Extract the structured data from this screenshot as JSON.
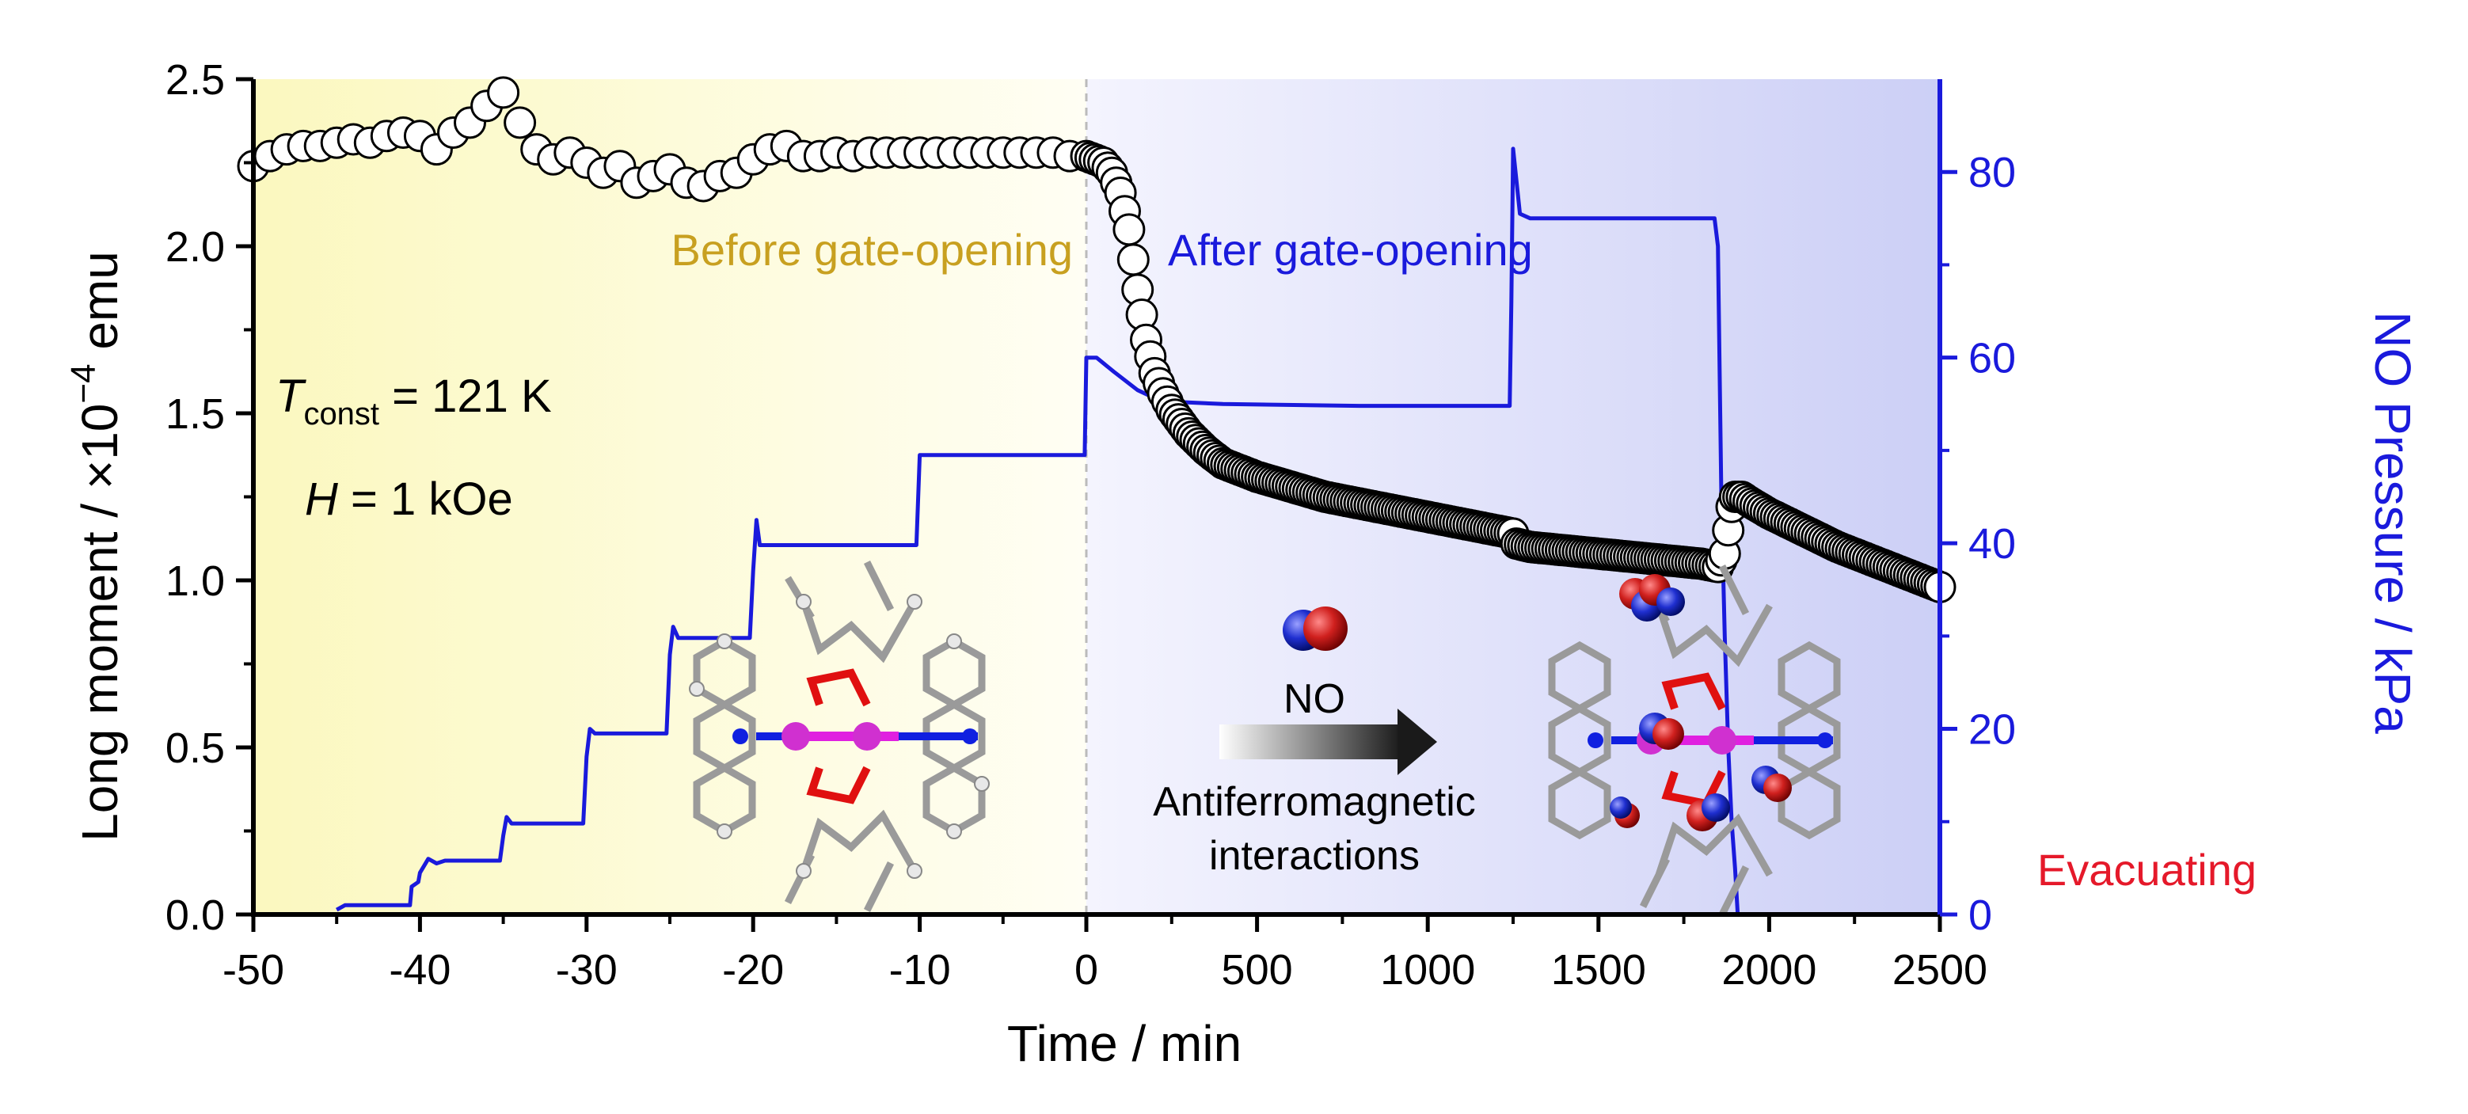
{
  "chart_data": {
    "type": "scatter",
    "xlabel": "Time / min",
    "ylabel_left": "Long moment / ×10⁻⁴ emu",
    "ylabel_left_parts": [
      "Long moment / ×10",
      "−4",
      " emu"
    ],
    "ylabel_right": "NO Pressure / kPa",
    "x_tick_labels": [
      "-50",
      "-40",
      "-30",
      "-20",
      "-10",
      "0",
      "500",
      "1000",
      "1500",
      "2000",
      "2500"
    ],
    "x_axis_note": "broken scale: -50 to 0 min (10 min steps) then 0 to 2500 min (500 min steps)",
    "yleft": {
      "ylim": [
        0,
        2.5
      ],
      "ticks": [
        "0.0",
        "0.5",
        "1.0",
        "1.5",
        "2.0",
        "2.5"
      ]
    },
    "yright": {
      "ylim": [
        0,
        90
      ],
      "ticks": [
        "0",
        "20",
        "40",
        "60",
        "80"
      ]
    },
    "colors": {
      "moment_marker_fill": "#ffffff",
      "moment_marker_stroke": "#000000",
      "pressure_line": "#1a1adc",
      "before_region_start": "#fbf8bf",
      "before_region_end": "#fffef4",
      "after_region_start": "#f4f4fe",
      "after_region_end": "#cccff6",
      "before_label": "#c8a020",
      "after_label": "#1a1adc",
      "evac_label": "#e5192a"
    },
    "series": [
      {
        "name": "Long moment",
        "axis": "left",
        "style": "open-circle",
        "points": [
          [
            -50,
            2.24
          ],
          [
            -49,
            2.27
          ],
          [
            -48,
            2.29
          ],
          [
            -47,
            2.3
          ],
          [
            -46,
            2.3
          ],
          [
            -45,
            2.31
          ],
          [
            -44,
            2.32
          ],
          [
            -43,
            2.31
          ],
          [
            -42,
            2.33
          ],
          [
            -41,
            2.34
          ],
          [
            -40,
            2.33
          ],
          [
            -39,
            2.29
          ],
          [
            -38,
            2.34
          ],
          [
            -37,
            2.37
          ],
          [
            -36,
            2.42
          ],
          [
            -35,
            2.46
          ],
          [
            -34,
            2.37
          ],
          [
            -33,
            2.29
          ],
          [
            -32,
            2.26
          ],
          [
            -31,
            2.28
          ],
          [
            -30,
            2.25
          ],
          [
            -29,
            2.22
          ],
          [
            -28,
            2.24
          ],
          [
            -27,
            2.19
          ],
          [
            -26,
            2.21
          ],
          [
            -25,
            2.23
          ],
          [
            -24,
            2.19
          ],
          [
            -23,
            2.18
          ],
          [
            -22,
            2.21
          ],
          [
            -21,
            2.22
          ],
          [
            -20,
            2.26
          ],
          [
            -19,
            2.29
          ],
          [
            -18,
            2.3
          ],
          [
            -17,
            2.27
          ],
          [
            -16,
            2.27
          ],
          [
            -15,
            2.28
          ],
          [
            -14,
            2.27
          ],
          [
            -13,
            2.28
          ],
          [
            -12,
            2.28
          ],
          [
            -11,
            2.28
          ],
          [
            -10,
            2.28
          ],
          [
            -9,
            2.28
          ],
          [
            -8,
            2.28
          ],
          [
            -7,
            2.28
          ],
          [
            -6,
            2.28
          ],
          [
            -5,
            2.28
          ],
          [
            -4,
            2.28
          ],
          [
            -3,
            2.28
          ],
          [
            -2,
            2.28
          ],
          [
            -1,
            2.27
          ],
          [
            0,
            2.27
          ],
          [
            25,
            2.26
          ],
          [
            50,
            2.25
          ],
          [
            75,
            2.22
          ],
          [
            100,
            2.16
          ],
          [
            125,
            2.05
          ],
          [
            150,
            1.87
          ],
          [
            175,
            1.72
          ],
          [
            200,
            1.62
          ],
          [
            225,
            1.56
          ],
          [
            250,
            1.51
          ],
          [
            300,
            1.44
          ],
          [
            350,
            1.39
          ],
          [
            400,
            1.35
          ],
          [
            500,
            1.31
          ],
          [
            600,
            1.28
          ],
          [
            700,
            1.25
          ],
          [
            800,
            1.23
          ],
          [
            900,
            1.21
          ],
          [
            1000,
            1.19
          ],
          [
            1100,
            1.17
          ],
          [
            1200,
            1.15
          ],
          [
            1250,
            1.14
          ],
          [
            1260,
            1.11
          ],
          [
            1300,
            1.1
          ],
          [
            1400,
            1.09
          ],
          [
            1500,
            1.08
          ],
          [
            1600,
            1.07
          ],
          [
            1700,
            1.06
          ],
          [
            1800,
            1.05
          ],
          [
            1850,
            1.04
          ],
          [
            1870,
            1.08
          ],
          [
            1880,
            1.15
          ],
          [
            1890,
            1.22
          ],
          [
            1900,
            1.25
          ],
          [
            1920,
            1.25
          ],
          [
            1950,
            1.23
          ],
          [
            2000,
            1.2
          ],
          [
            2100,
            1.15
          ],
          [
            2200,
            1.1
          ],
          [
            2300,
            1.06
          ],
          [
            2400,
            1.02
          ],
          [
            2500,
            0.98
          ]
        ]
      },
      {
        "name": "NO Pressure",
        "axis": "right",
        "style": "line",
        "points": [
          [
            -45.0,
            0.5
          ],
          [
            -44.5,
            1.0
          ],
          [
            -40.6,
            1.0
          ],
          [
            -40.5,
            3.0
          ],
          [
            -40.1,
            3.5
          ],
          [
            -40.0,
            4.5
          ],
          [
            -39.5,
            6.0
          ],
          [
            -39.0,
            5.5
          ],
          [
            -38.5,
            5.8
          ],
          [
            -35.2,
            5.8
          ],
          [
            -35.0,
            8.5
          ],
          [
            -34.8,
            10.5
          ],
          [
            -34.5,
            9.8
          ],
          [
            -30.2,
            9.8
          ],
          [
            -30.0,
            17.0
          ],
          [
            -29.8,
            20.0
          ],
          [
            -29.5,
            19.5
          ],
          [
            -25.2,
            19.5
          ],
          [
            -25.0,
            28.0
          ],
          [
            -24.8,
            31.0
          ],
          [
            -24.5,
            29.8
          ],
          [
            -20.2,
            29.8
          ],
          [
            -20.0,
            37.0
          ],
          [
            -19.8,
            42.5
          ],
          [
            -19.6,
            39.8
          ],
          [
            -10.2,
            39.8
          ],
          [
            -10.0,
            49.5
          ],
          [
            -9.8,
            49.5
          ],
          [
            -0.1,
            49.5
          ],
          [
            0,
            60.0
          ],
          [
            30,
            60.0
          ],
          [
            80,
            58.5
          ],
          [
            150,
            56.5
          ],
          [
            220,
            55.3
          ],
          [
            400,
            55.0
          ],
          [
            800,
            54.8
          ],
          [
            1240,
            54.8
          ],
          [
            1245,
            66.0
          ],
          [
            1250,
            82.5
          ],
          [
            1260,
            79.0
          ],
          [
            1270,
            75.5
          ],
          [
            1300,
            75.0
          ],
          [
            1600,
            75.0
          ],
          [
            1830,
            75.0
          ],
          [
            1840,
            75.0
          ],
          [
            1850,
            72.0
          ],
          [
            1860,
            45.0
          ],
          [
            1870,
            30.0
          ],
          [
            1880,
            18.0
          ],
          [
            1890,
            10.0
          ],
          [
            1900,
            5.0
          ],
          [
            1908,
            0.0
          ]
        ]
      }
    ],
    "annotations": {
      "before": "Before gate-opening",
      "after": "After gate-opening",
      "evacuating": "Evacuating",
      "t_symbol": "T",
      "t_sub": "const",
      "t_value": " = 121 K",
      "h_symbol": "H",
      "h_value": " = 1 kOe",
      "no_label": "NO",
      "interaction_line1": "Antiferromagnetic",
      "interaction_line2": "interactions"
    }
  }
}
